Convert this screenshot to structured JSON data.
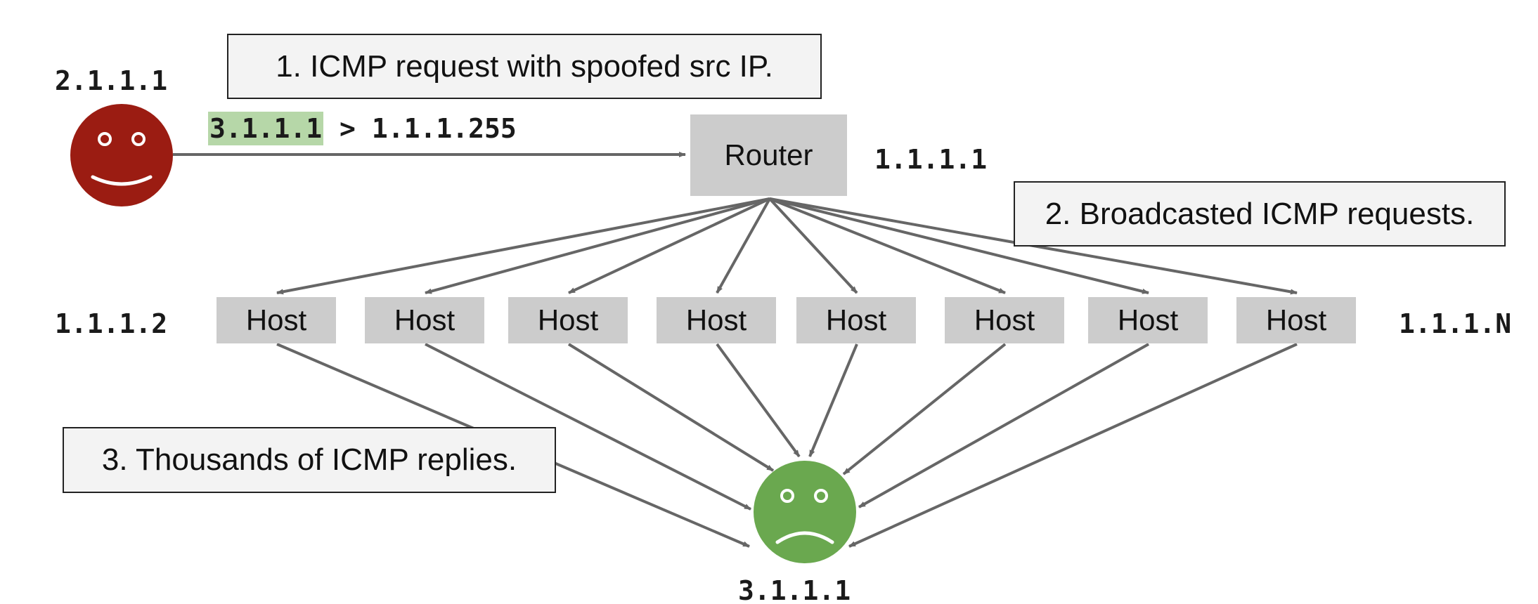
{
  "callouts": {
    "step1": "1. ICMP request with spoofed src IP.",
    "step2": "2. Broadcasted ICMP requests.",
    "step3": "3. Thousands of ICMP replies."
  },
  "router": {
    "label": "Router",
    "ip": "1.1.1.1"
  },
  "attacker": {
    "ip": "2.1.1.1",
    "face": "happy-face-icon",
    "color": "#9b1c12"
  },
  "packet": {
    "spoofed_src": "3.1.1.1",
    "arrow": ">",
    "dst": "1.1.1.255",
    "highlight_color": "#b6d7a8"
  },
  "hosts": {
    "label": "Host",
    "first_ip": "1.1.1.2",
    "last_ip": "1.1.1.N",
    "items": [
      "Host",
      "Host",
      "Host",
      "Host",
      "Host",
      "Host",
      "Host",
      "Host"
    ]
  },
  "victim": {
    "ip": "3.1.1.1",
    "face": "sad-face-icon",
    "color": "#6aa84f"
  },
  "colors": {
    "arrow": "#666666",
    "node_fill": "#cccccc",
    "callout_fill": "#f3f3f3"
  }
}
